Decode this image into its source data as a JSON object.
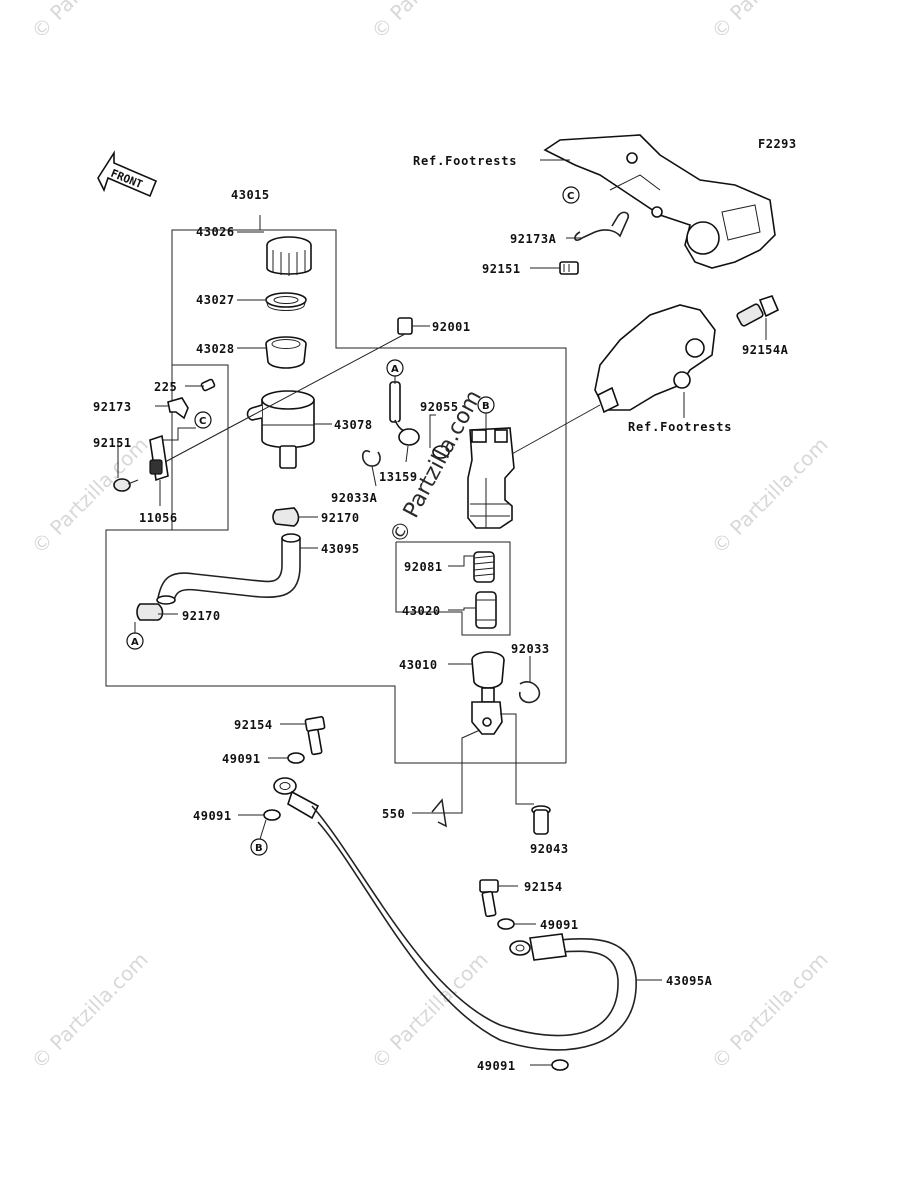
{
  "figure_code": "F2293",
  "front_label": "FRONT",
  "watermark": "© Partzilla.com",
  "watermark_center": "© Partzilla.com",
  "refs": {
    "footrests_top": "Ref.Footrests",
    "footrests_right": "Ref.Footrests"
  },
  "letters": {
    "a": "A",
    "b": "B",
    "c": "C"
  },
  "parts": {
    "p43015": "43015",
    "p43026": "43026",
    "p43027": "43027",
    "p43028": "43028",
    "p92001": "92001",
    "p225": "225",
    "p92173": "92173",
    "p92151": "92151",
    "p11056": "11056",
    "p43078": "43078",
    "p92055": "92055",
    "p13159": "13159",
    "p92033A": "92033A",
    "p92170a": "92170",
    "p43095": "43095",
    "p92170b": "92170",
    "p92081": "92081",
    "p43020": "43020",
    "p43010": "43010",
    "p92033": "92033",
    "p92154a": "92154",
    "p49091a": "49091",
    "p49091b": "49091",
    "p550": "550",
    "p92043": "92043",
    "p92154b": "92154",
    "p49091c": "49091",
    "p43095A": "43095A",
    "p49091d": "49091",
    "p92173A": "92173A",
    "p92151b": "92151",
    "p92154A": "92154A"
  }
}
